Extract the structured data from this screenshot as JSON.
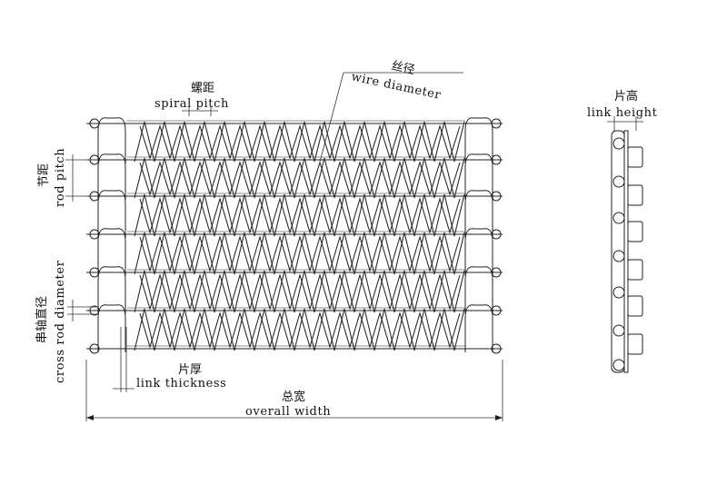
{
  "labels": {
    "spiral_pitch_cn": "螺距",
    "spiral_pitch_en": "spiral pitch",
    "wire_diameter_cn": "丝径",
    "wire_diameter_en": "wire diameter",
    "rod_pitch_cn": "节距",
    "rod_pitch_en": "rod pitch",
    "cross_rod_diameter_cn": "串轴直径",
    "cross_rod_diameter_en": "cross rod diameter",
    "link_thickness_cn": "片厚",
    "link_thickness_en": "link thickness",
    "overall_width_cn": "总宽",
    "overall_width_en": "overall width",
    "link_height_cn": "片高",
    "link_height_en": "link height"
  },
  "colors": {
    "line": "#222222",
    "background": "#ffffff"
  }
}
